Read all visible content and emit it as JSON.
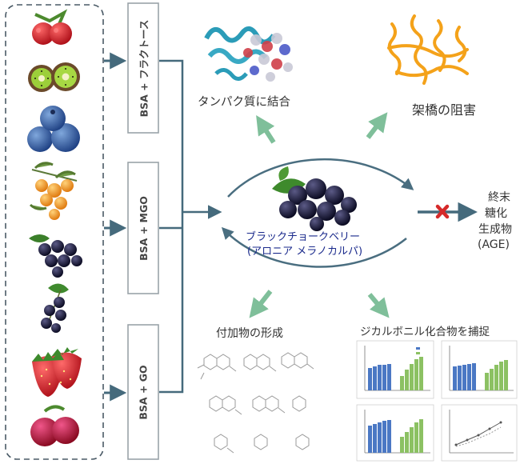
{
  "groups": [
    {
      "label": "BSA + フラクトース"
    },
    {
      "label": "BSA + MGO"
    },
    {
      "label": "BSA + GO"
    }
  ],
  "center": {
    "line1": "ブラックチョークベリー",
    "line2": "(アロニア メラノカルパ)"
  },
  "mechanisms": {
    "protein_binding": "タンパク質に結合",
    "crosslink_inhibition": "架橋の阻害",
    "adduct_formation": "付加物の形成",
    "dicarbonyl_trapping": "ジカルボニル化合物を捕捉"
  },
  "outcome": {
    "line1": "終末",
    "line2": "糖化",
    "line3": "生成物",
    "line4": "(AGE)"
  },
  "fruits": [
    "raspberry-icon",
    "kiwi-icon",
    "blueberry-icon",
    "sea-buckthorn-icon",
    "aronia-icon",
    "blackcurrant-icon",
    "strawberry-icon",
    "cranberry-icon"
  ],
  "colors": {
    "arrow": "#456a7c",
    "cycle": "#4a6e80",
    "green_arrow": "#7fbf9a",
    "block": "#d62a2a",
    "center_text": "#1a2a8c",
    "bar_blue": "#4b78c4",
    "bar_green": "#8cc163",
    "box_border": "#9aa3a8"
  }
}
